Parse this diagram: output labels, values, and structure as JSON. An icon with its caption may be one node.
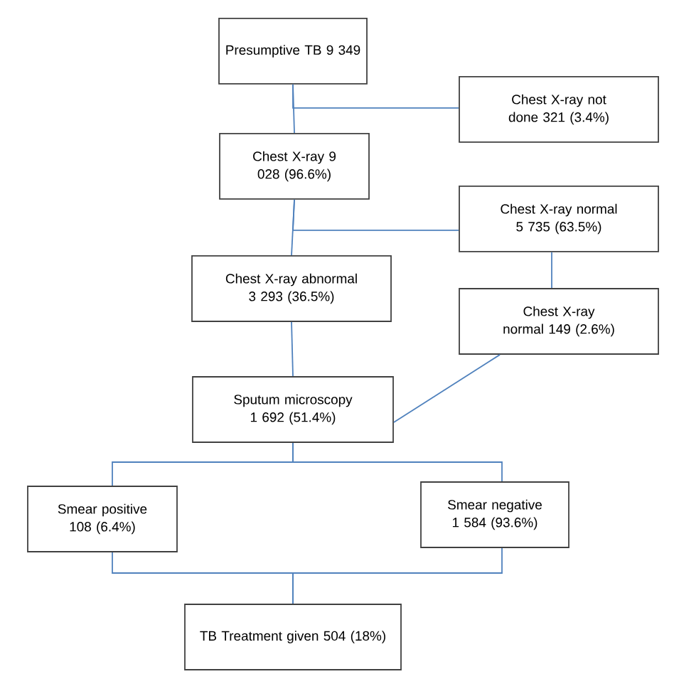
{
  "diagram": {
    "nodes": [
      {
        "text": [
          "Presumptive TB 9 349"
        ]
      },
      {
        "text": [
          "Chest X-ray not done 321 (3.4%)"
        ]
      },
      {
        "text": [
          "Chest X-ray 9 028 (96.6%)"
        ]
      },
      {
        "text": [
          "Chest X-ray normal 5 735 (63.5%)"
        ]
      },
      {
        "text": [
          "Chest X-ray abnormal 3 293 (36.5%)"
        ]
      },
      {
        "text": [
          "Chest X-ray normal 149 (2.6%)"
        ]
      },
      {
        "text": [
          "Sputum microscopy 1 692 (51.4%)"
        ]
      },
      {
        "text": [
          "Smear positive 108 (6.4%)"
        ]
      },
      {
        "text": [
          "Smear negative 1 584 (93.6%)"
        ]
      },
      {
        "text": [
          "TB Treatment given 504 (18%)"
        ]
      }
    ],
    "edges": [
      {
        "from": 0,
        "to": 2,
        "arrow": "none"
      },
      {
        "from": 0,
        "to": 1,
        "arrow": "none"
      },
      {
        "from": 2,
        "to": 4,
        "arrow": "none"
      },
      {
        "from": 2,
        "to": 3,
        "arrow": "none"
      },
      {
        "from": 3,
        "to": 5,
        "arrow": "none"
      },
      {
        "from": 4,
        "to": 6,
        "arrow": "none"
      },
      {
        "from": 5,
        "to": 6,
        "arrow": "none"
      },
      {
        "from": 6,
        "to": 7,
        "arrow": "none"
      },
      {
        "from": 6,
        "to": 8,
        "arrow": "none"
      },
      {
        "from": 7,
        "to": 9,
        "arrow": "none"
      },
      {
        "from": 8,
        "to": 9,
        "arrow": "none"
      }
    ]
  }
}
